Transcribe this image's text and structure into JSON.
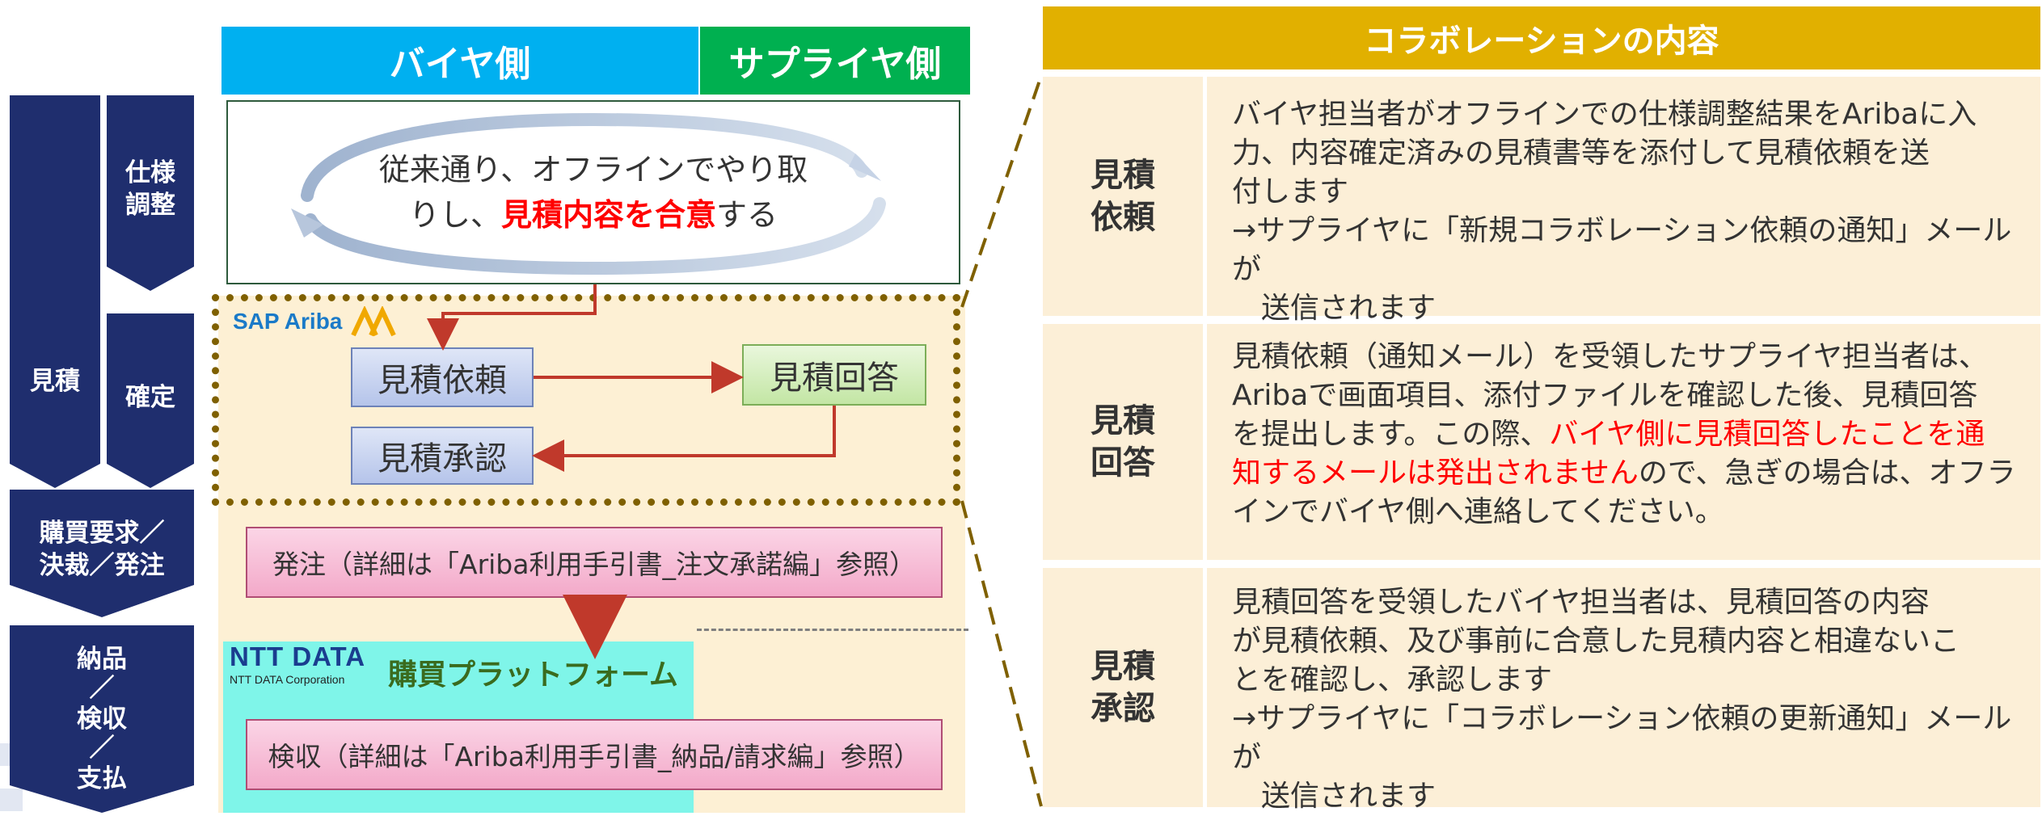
{
  "columns": {
    "buyer": "バイヤ側",
    "supplier": "サプライヤ側"
  },
  "phases": {
    "mitsumori": "見積",
    "shiyou": [
      "仕様",
      "調整"
    ],
    "kakutei": "確定",
    "koubai": [
      "購買要求／",
      "決裁／発注"
    ],
    "nouhin": [
      "納品",
      "／",
      "検収",
      "／",
      "支払"
    ]
  },
  "top_box": {
    "line1": "従来通り、オフラインでやり取",
    "line2_pre": "りし、",
    "line2_red": "見積内容を合意",
    "line2_post": "する"
  },
  "ariba_logo": "SAP Ariba",
  "flow": {
    "irai": "見積依頼",
    "kaitou": "見積回答",
    "shounin": "見積承認"
  },
  "order_box": "発注（詳細は「Ariba利用手引書_注文承諾編」参照）",
  "inspect_box": "検収（詳細は「Ariba利用手引書_納品/請求編」参照）",
  "ntt": {
    "logo": "NTT DATA",
    "corp": "NTT DATA Corporation",
    "platform": "購買プラットフォーム"
  },
  "collab": {
    "header": "コラボレーションの内容",
    "rows": [
      {
        "label": [
          "見積",
          "依頼"
        ],
        "lines": [
          "バイヤ担当者がオフラインでの仕様調整結果をAribaに入",
          "力、内容確定済みの見積書等を添付して見積依頼を送",
          "付します",
          "→サプライヤに「新規コラボレーション依頼の通知」メールが",
          "送信されます"
        ]
      },
      {
        "label": [
          "見積",
          "回答"
        ],
        "lines": [
          "見積依頼（通知メール）を受領したサプライヤ担当者は、",
          "Aribaで画面項目、添付ファイルを確認した後、見積回答",
          "を提出します。この際、",
          "バイヤ側に見積回答したことを通",
          "知するメールは発出されません",
          "ので、急ぎの場合は、オフラ",
          "インでバイヤ側へ連絡してください。"
        ]
      },
      {
        "label": [
          "見積",
          "承認"
        ],
        "lines": [
          "見積回答を受領したバイヤ担当者は、見積回答の内容",
          "が見積依頼、及び事前に合意した見積内容と相違ないこ",
          "とを確認し、承認します",
          "→サプライヤに「コラボレーション依頼の更新通知」メールが",
          "送信されます"
        ]
      }
    ]
  },
  "colors": {
    "navy": "#1f2e6e",
    "buyer_blue": "#00b0f0",
    "supplier_green": "#00b050",
    "gold": "#e1b000",
    "cream": "#fcefd7",
    "ariba_zone": "#fdf0d4",
    "ntt_zone": "#7ff5e9",
    "arrow_red": "#c0392b",
    "dot_olive": "#7f6000"
  }
}
